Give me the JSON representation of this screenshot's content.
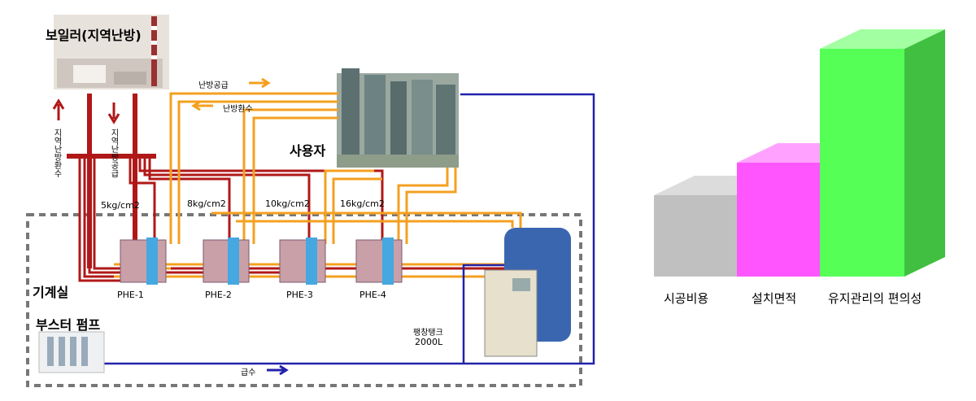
{
  "diagram": {
    "boiler_title": "보일러(지역난방)",
    "heat_supply_out": "난방공급",
    "heat_return_in": "난방환수",
    "district_return": "지역난방환수",
    "district_supply": "지역난방공급",
    "user_label": "사용자",
    "machine_room": "기계실",
    "booster_pump": "부스터 펌프",
    "expansion_tank": "팽창탱크",
    "expansion_volume": "2000L",
    "water_supply": "급수",
    "pressures": [
      "5kg/cm2",
      "8kg/cm2",
      "10kg/cm2",
      "16kg/cm2"
    ],
    "phe_units": [
      "PHE-1",
      "PHE-2",
      "PHE-3",
      "PHE-4"
    ]
  },
  "chart_data": {
    "type": "bar",
    "categories": [
      "시공비용",
      "설치면적",
      "유지관리의 편의성"
    ],
    "values": [
      1,
      1.4,
      2.8
    ],
    "colors": [
      "#c0c0c0",
      "#ff55ff",
      "#55ff55"
    ],
    "title": "",
    "xlabel": "",
    "ylabel": "",
    "grid": false
  }
}
